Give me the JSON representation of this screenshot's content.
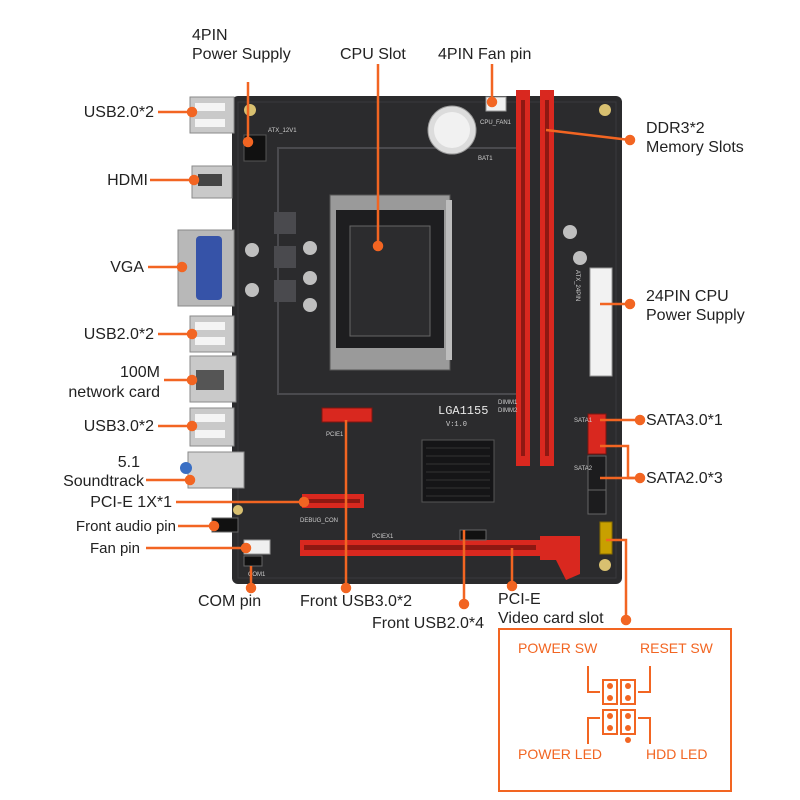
{
  "labels": {
    "pin4_power_line1": "4PIN",
    "pin4_power_line2": "Power Supply",
    "cpu_slot": "CPU Slot",
    "fan_pin_4": "4PIN Fan pin",
    "usb2_top": "USB2.0*2",
    "hdmi": "HDMI",
    "vga": "VGA",
    "usb2_mid": "USB2.0*2",
    "net_line1": "100M",
    "net_line2": "network card",
    "usb3": "USB3.0*2",
    "sound_line1": "5.1",
    "sound_line2": "Soundtrack",
    "pcie_1x": "PCI-E 1X*1",
    "front_audio": "Front audio pin",
    "fan_pin": "Fan pin",
    "ddr3_line1": "DDR3*2",
    "ddr3_line2": "Memory Slots",
    "atx24_line1": "24PIN CPU",
    "atx24_line2": "Power Supply",
    "sata3": "SATA3.0*1",
    "sata2": "SATA2.0*3",
    "com_pin": "COM pin",
    "front_usb3": "Front USB3.0*2",
    "front_usb2": "Front USB2.0*4",
    "pcie_video_line1": "PCI-E",
    "pcie_video_line2": "Video card slot"
  },
  "board_text": {
    "socket": "LGA1155",
    "version": "V:1.0",
    "pcie1": "PCIE1",
    "pciex1": "PCIEX1",
    "dimm1": "DIMM1",
    "dimm2": "DIMM2",
    "atx_24": "ATX_24PIN",
    "atx_12v": "ATX_12V1",
    "bat": "BAT1",
    "cpufan": "CPU_FAN1",
    "sata_a": "SATA1",
    "sata_b": "SATA2",
    "com": "COM1",
    "debug": "DEBUG_CON"
  },
  "panel": {
    "power_sw": "POWER SW",
    "reset_sw": "RESET SW",
    "power_led": "POWER LED",
    "hdd_led": "HDD  LED"
  },
  "colors": {
    "accent": "#f26522",
    "board": "#2b2b2d",
    "slot_red": "#d9281f"
  }
}
